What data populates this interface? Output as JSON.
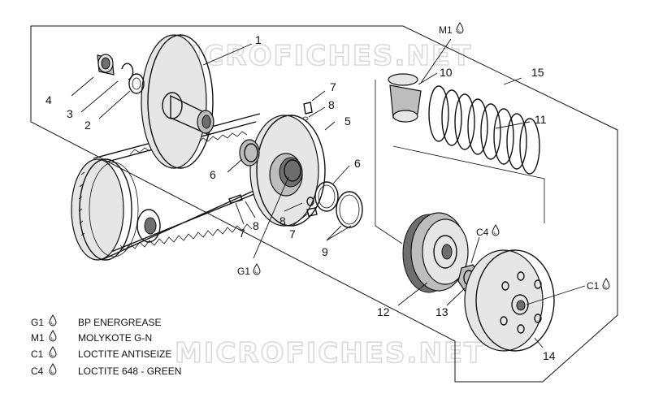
{
  "watermark": "MICROFICHES.NET",
  "parts": {
    "p1": "1",
    "p2": "2",
    "p3": "3",
    "p4": "4",
    "p5": "5",
    "p6a": "6",
    "p6b": "6",
    "p7a": "7",
    "p7b": "7",
    "p7c": "7",
    "p8a": "8",
    "p8b": "8",
    "p8c": "8",
    "p9": "9",
    "p10": "10",
    "p11": "11",
    "p12": "12",
    "p13": "13",
    "p14": "14",
    "p15": "15"
  },
  "callouts": {
    "m1": "M1",
    "g1": "G1",
    "c4": "C4",
    "c1": "C1"
  },
  "legend": [
    {
      "code": "G1",
      "text": "BP ENERGREASE"
    },
    {
      "code": "M1",
      "text": "MOLYKOTE G-N"
    },
    {
      "code": "C1",
      "text": "LOCTITE ANTISEIZE"
    },
    {
      "code": "C4",
      "text": "LOCTITE 648 - GREEN"
    }
  ],
  "icons": {
    "drop": "drop-icon"
  }
}
